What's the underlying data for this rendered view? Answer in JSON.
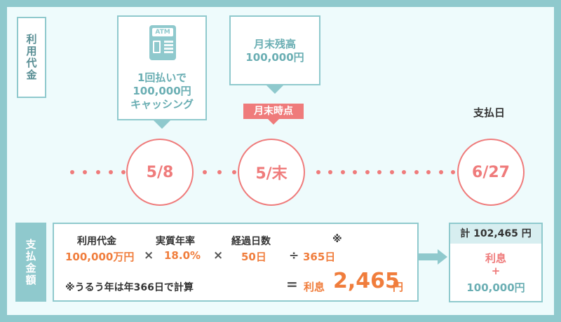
{
  "side_labels": {
    "usage": "利用代金",
    "payment": "支払金額"
  },
  "callouts": {
    "atm_icon_text": "ATM",
    "cashing_lines": [
      "1回払いで",
      "100,000円",
      "キャッシング"
    ],
    "balance_lines": [
      "月末残高",
      "100,000円"
    ]
  },
  "tag_month_end": "月末時点",
  "payment_day_label": "支払日",
  "dates": [
    "5/8",
    "5/末",
    "6/27"
  ],
  "formula": {
    "h_usage": "利用代金",
    "h_rate": "実質年率",
    "h_days": "経過日数",
    "h_note_mark": "※",
    "v_usage_num": "100,000",
    "v_usage_unit": "万円",
    "times": "×",
    "v_rate": "18.0%",
    "v_days": "50日",
    "divide": "÷",
    "v_year": "365日",
    "note": "※うるう年は年366日で計算",
    "equals": "=",
    "interest_label": "利息",
    "interest_value": "2,465",
    "interest_unit": "円"
  },
  "result": {
    "header": "計 102,465 円",
    "line1": "利息",
    "line2": "+",
    "line3": "100,000円"
  },
  "colors": {
    "frame": "#8fc9cd",
    "accent": "#ef7b7b",
    "orange": "#f07d3c"
  }
}
